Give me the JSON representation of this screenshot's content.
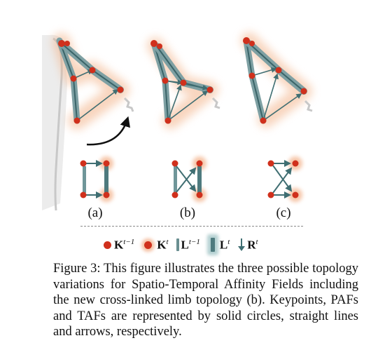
{
  "figure": {
    "subfigures": [
      {
        "label": "(a)",
        "topology": "parallel limbs"
      },
      {
        "label": "(b)",
        "topology": "cross-linked limbs"
      },
      {
        "label": "(c)",
        "topology": "crossed only"
      }
    ],
    "legend": [
      {
        "symbol": "K",
        "superscript": "t−1"
      },
      {
        "symbol": "K",
        "superscript": "t"
      },
      {
        "symbol": "L",
        "superscript": "t−1"
      },
      {
        "symbol": "L",
        "superscript": "t"
      },
      {
        "symbol": "R",
        "superscript": "t"
      }
    ],
    "colors": {
      "keypoint": "#d0301c",
      "glow": "#f0a070",
      "limb": "#6f9699",
      "arrow": "#3f6e72"
    }
  },
  "caption": "Figure 3: This figure illustrates the three possible topology variations for Spatio-Temporal Affinity Fields including the new cross-linked limb topology (b). Keypoints, PAFs and TAFs are represented by solid circles, straight lines and arrows, respectively."
}
